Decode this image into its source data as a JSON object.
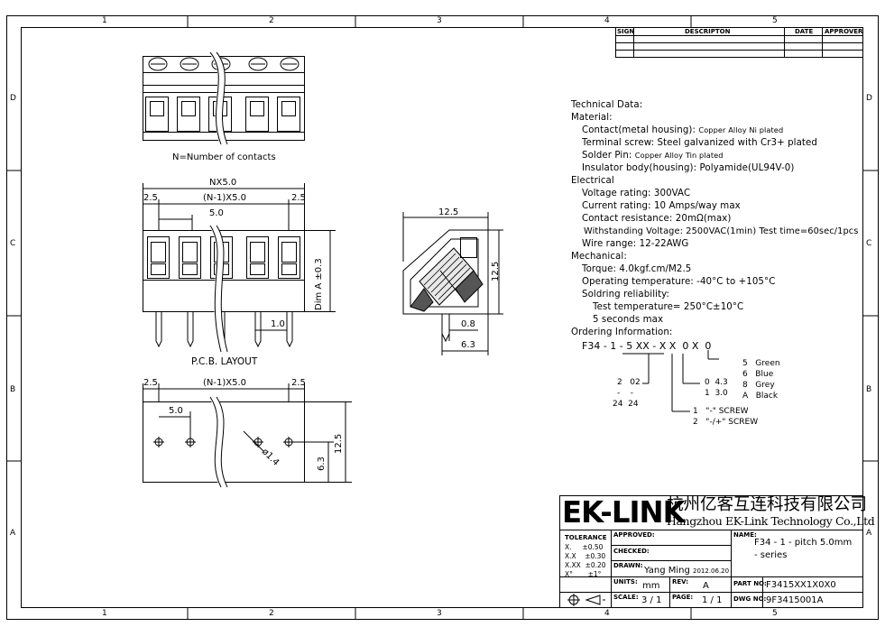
{
  "frame": {
    "zones_top": [
      "1",
      "2",
      "3",
      "4",
      "5"
    ],
    "zones_side": [
      "D",
      "C",
      "B",
      "A"
    ]
  },
  "revision_table": {
    "headers": [
      "SIGN",
      "DESCRIPTON",
      "DATE",
      "APPROVER"
    ]
  },
  "views": {
    "top_caption": "N=Number of contacts",
    "front_dim_total": "NX5.0",
    "front_dim_left": "2.5",
    "front_dim_middle": "(N-1)X5.0",
    "front_dim_right": "2.5",
    "front_dim_pitch": "5.0",
    "front_dim_height": "Dim A ±0.3",
    "front_dim_pin": "1.0",
    "pcb_caption": "P.C.B. LAYOUT",
    "pcb_dim_left": "2.5",
    "pcb_dim_middle": "(N-1)X5.0",
    "pcb_dim_right": "2.5",
    "pcb_dim_pitch": "5.0",
    "pcb_dim_hole": "ø1.4",
    "pcb_dim_height": "12.5",
    "pcb_dim_row": "6.3",
    "side_dim_width": "12.5",
    "side_dim_height": "12.5",
    "side_dim_pin": "0.8",
    "side_dim_offset": "6.3"
  },
  "technical": {
    "lines": [
      {
        "text": "Technical Data:",
        "indent": 0,
        "small": false
      },
      {
        "text": "Material:",
        "indent": 0,
        "small": false
      },
      {
        "text": "Contact(metal housing): ",
        "tail": "Copper Alloy Ni plated",
        "indent": 1,
        "small": false
      },
      {
        "text": "Terminal screw: Steel galvanized with Cr3+ plated",
        "indent": 1,
        "small": false
      },
      {
        "text": "Solder Pin: ",
        "tail": "Copper Alloy Tin plated",
        "indent": 1,
        "small": false
      },
      {
        "text": "Insulator body(housing): Polyamide(UL94V-0)",
        "indent": 1,
        "small": false
      },
      {
        "text": "Electrical",
        "indent": 0,
        "small": false
      },
      {
        "text": "Voltage rating: 300VAC",
        "indent": 1,
        "small": false
      },
      {
        "text": "Current rating: 10 Amps/way max",
        "indent": 1,
        "small": false
      },
      {
        "text": "Contact resistance: 20mΩ(max)",
        "indent": 1,
        "small": false
      },
      {
        "text": "Withstanding Voltage: 2500VAC(1min) Test time=60sec/1pcs",
        "indent": 1,
        "small": false
      },
      {
        "text": "Wire range: 12-22AWG",
        "indent": 1,
        "small": false
      },
      {
        "text": "Mechanical:",
        "indent": 0,
        "small": false
      },
      {
        "text": "Torque: 4.0kgf.cm/M2.5",
        "indent": 1,
        "small": false
      },
      {
        "text": "Operating temperature: -40°C to +105°C",
        "indent": 1,
        "small": false
      },
      {
        "text": "Soldring reliability:",
        "indent": 1,
        "small": false
      },
      {
        "text": "Test temperature= 250°C±10°C",
        "indent": 2,
        "small": false
      },
      {
        "text": "5 seconds max",
        "indent": 2,
        "small": false
      },
      {
        "text": "Ordering Information:",
        "indent": 0,
        "small": false
      }
    ]
  },
  "ordering": {
    "code": "F34 - 1 - 5 XX - X X  0 X  0",
    "pins_a": "2   02",
    "pins_b": "-    -",
    "pins_c": "24  24",
    "height_a": "0  4.3",
    "height_b": "1  3.0",
    "screw_1": "1   \"-\" SCREW",
    "screw_2": "2   \"-/+\" SCREW",
    "color_1": "5   Green",
    "color_2": "6   Blue",
    "color_3": "8   Grey",
    "color_4": "A   Black"
  },
  "title_block": {
    "logo": "EK-LINK",
    "company_cn": "杭州亿客互连科技有限公司",
    "company_en": "Hangzhou EK-Link Technology Co.,Ltd",
    "tolerance_label": "TOLERANCE",
    "tol_1": "X.     ±0.50",
    "tol_2": "X.X    ±0.30",
    "tol_3": "X.XX  ±0.20",
    "tol_4": "X°       ±1°",
    "approved_label": "APPROVED:",
    "checked_label": "CHECKED:",
    "drawn_label": "DRAWN:",
    "drawn_value": "Yang Ming",
    "drawn_date": "2012.06.20",
    "units_label": "UNITS:",
    "units_value": "mm",
    "rev_label": "REV:",
    "rev_value": "A",
    "scale_label": "SCALE:",
    "scale_value": "3 / 1",
    "page_label": "PAGE:",
    "page_value": "1 / 1",
    "name_label": "NAME:",
    "name_value_1": "F34 - 1 - pitch 5.0mm",
    "name_value_2": "- series",
    "partno_label": "PART NO:",
    "partno_value": "F3415XX1X0X0",
    "dwgno_label": "DWG NO:",
    "dwgno_value": "9F3415001A"
  }
}
